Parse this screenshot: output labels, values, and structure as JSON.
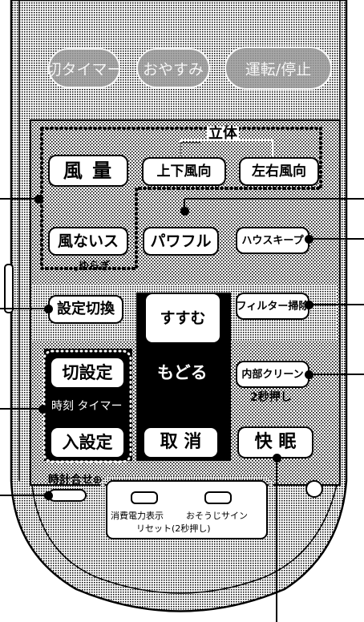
{
  "top_buttons": [
    "切タイマー",
    "おやすみ",
    "運転/停止"
  ],
  "rittai": "立体",
  "buttons": {
    "fuuryou": "風 量",
    "jouge": "上下風向",
    "sayuu": "左右風向",
    "kazenaisu": "風ないス",
    "powerful": "パワフル",
    "housekeep": "ハウスキープ",
    "settei_kirikae": "設定切換",
    "susumu": "すすむ",
    "modoru": "もどる",
    "filter": "フィルター掃除",
    "naibu_clean": "内部クリーン",
    "kiri_settei": "切設定",
    "iri_settei": "入設定",
    "torikeshi": "取 消",
    "kaimin": "快 眠"
  },
  "labels": {
    "yuragi": "ゆらぎ",
    "nibyou": "2秒押し",
    "jikoku_timer": "時刻 タイマー",
    "tokei_awase": "時計合せ",
    "shouhi": "消費電力表示",
    "osouji": "おそうじサイン",
    "reset": "リセット(2秒押し)"
  },
  "icons": [
    "clock-icon",
    "wind-swing-icon"
  ]
}
